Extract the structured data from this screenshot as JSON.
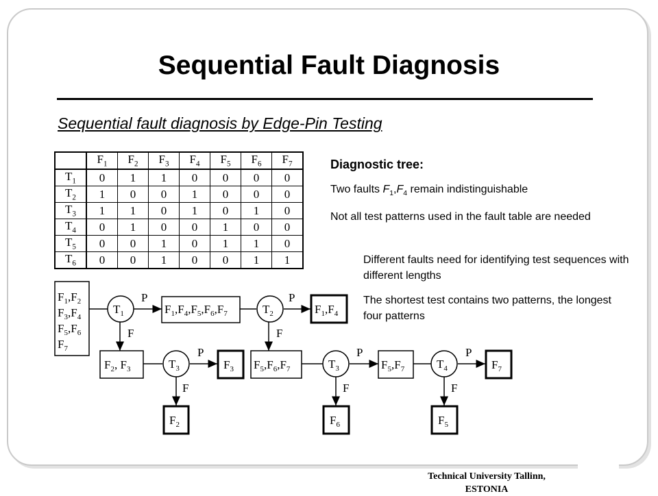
{
  "title": "Sequential Fault Diagnosis",
  "subtitle": "Sequential fault diagnosis by Edge-Pin Testing",
  "fault_table": {
    "columns": [
      "F1",
      "F2",
      "F3",
      "F4",
      "F5",
      "F6",
      "F7"
    ],
    "rows": [
      {
        "test": "T1",
        "values": [
          0,
          1,
          1,
          0,
          0,
          0,
          0
        ]
      },
      {
        "test": "T2",
        "values": [
          1,
          0,
          0,
          1,
          0,
          0,
          0
        ]
      },
      {
        "test": "T3",
        "values": [
          1,
          1,
          0,
          1,
          0,
          1,
          0
        ]
      },
      {
        "test": "T4",
        "values": [
          0,
          1,
          0,
          0,
          1,
          0,
          0
        ]
      },
      {
        "test": "T5",
        "values": [
          0,
          0,
          1,
          0,
          1,
          1,
          0
        ]
      },
      {
        "test": "T6",
        "values": [
          0,
          0,
          1,
          0,
          0,
          1,
          1
        ]
      }
    ]
  },
  "diagnostic_tree_heading": "Diagnostic tree:",
  "notes": {
    "indistinguishable": "Two faults F1,F4 remain indistinguishable",
    "not_all_needed": "Not all test patterns used in the fault table are needed",
    "different_lengths": "Different faults need for identifying test sequences with different lengths",
    "shortest_longest": "The shortest test contains two patterns, the longest four patterns"
  },
  "edge_labels": {
    "pass": "P",
    "fail": "F"
  },
  "tree": {
    "root": [
      "F1,F2",
      "F3,F4",
      "F5,F6",
      "F7"
    ],
    "tests": [
      "T1",
      "T2",
      "T3",
      "T3",
      "T4"
    ],
    "sets": [
      "F1,F4,F5,F6,F7",
      "F1,F4",
      "F2, F3",
      "F3",
      "F5,F6,F7",
      "F5,F7",
      "F7",
      "F2",
      "F6",
      "F5"
    ]
  },
  "footer": {
    "line1": "Technical University Tallinn,",
    "line2": "ESTONIA"
  }
}
